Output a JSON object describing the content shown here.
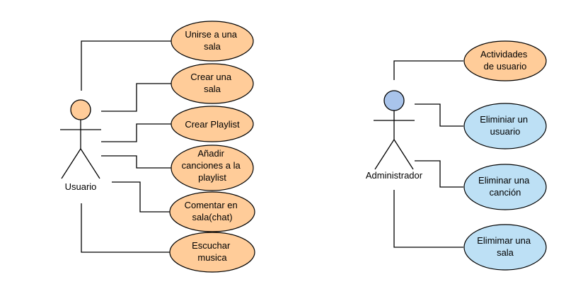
{
  "actors": {
    "usuario": {
      "label": "Usuario",
      "head_color": "#FFCC99"
    },
    "administrador": {
      "label": "Administrador",
      "head_color": "#A9C4EB"
    }
  },
  "use_cases": {
    "usuario": [
      {
        "lines": [
          "Unirse a una",
          "sala"
        ]
      },
      {
        "lines": [
          "Crear una",
          "sala"
        ]
      },
      {
        "lines": [
          "Crear Playlist"
        ]
      },
      {
        "lines": [
          "Añadir",
          "canciones a la",
          "playlist"
        ]
      },
      {
        "lines": [
          "Comentar en",
          "sala(chat)"
        ]
      },
      {
        "lines": [
          "Escuchar",
          "musica"
        ]
      }
    ],
    "administrador": [
      {
        "lines": [
          "Actividades",
          "de usuario"
        ],
        "style": "orange"
      },
      {
        "lines": [
          "Eliminiar un",
          "usuario"
        ],
        "style": "blue"
      },
      {
        "lines": [
          "Eliminar una",
          "canción"
        ],
        "style": "blue"
      },
      {
        "lines": [
          "Elimimar una",
          "sala"
        ],
        "style": "blue"
      }
    ]
  },
  "colors": {
    "orange_fill": "#FFCC99",
    "blue_fill": "#BDE0F5",
    "ellipse_stroke": "#000000",
    "line": "#000000"
  }
}
